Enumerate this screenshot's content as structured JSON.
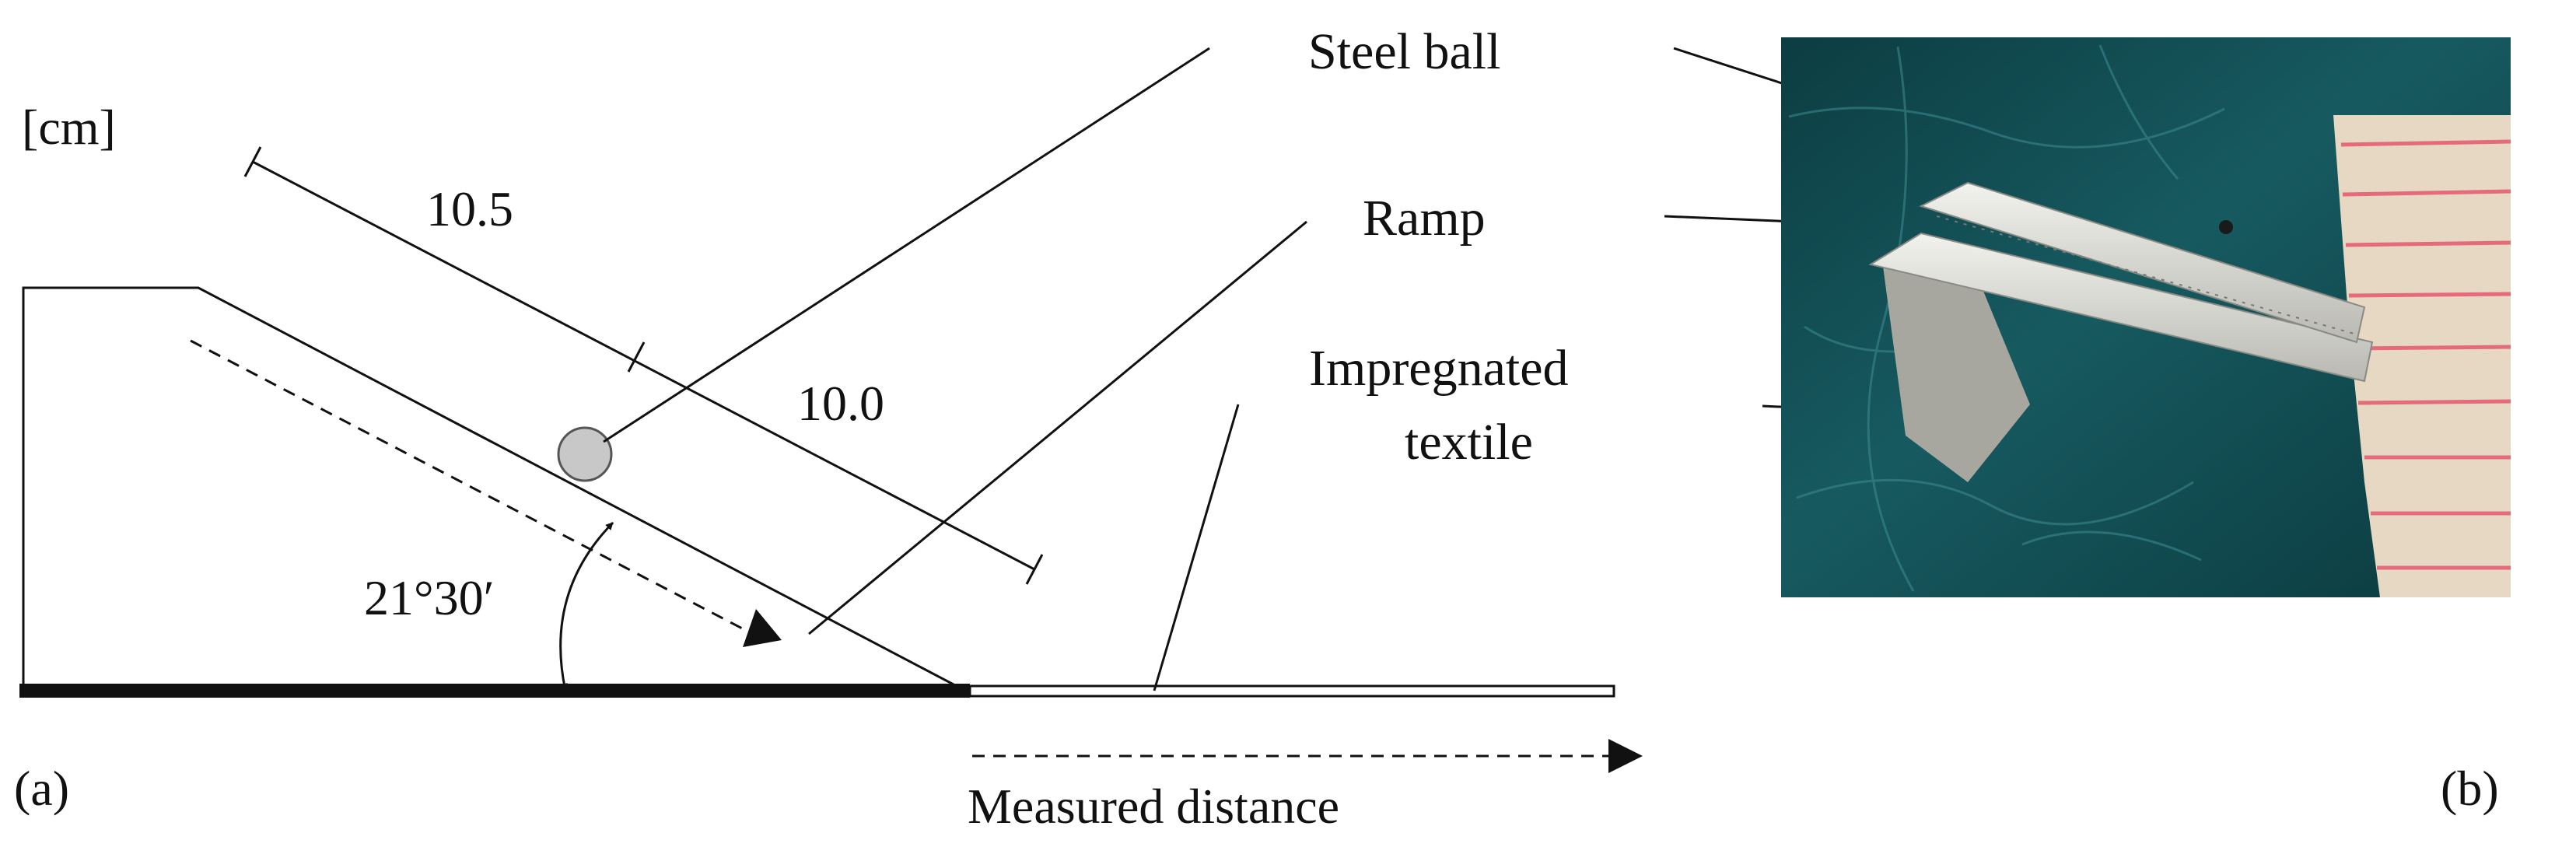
{
  "panel_a": {
    "unit": "[cm]",
    "dimension_upper": "10.5",
    "dimension_lower": "10.0",
    "angle": "21°30′",
    "caption": "(a)"
  },
  "labels": {
    "steel_ball": "Steel ball",
    "ramp": "Ramp",
    "textile_line1": "Impregnated",
    "textile_line2": "textile",
    "measured_distance": "Measured distance"
  },
  "panel_b": {
    "caption": "(b)"
  },
  "colors": {
    "ink": "#111111",
    "ball_fill": "#c8c8c8",
    "tarp": "#0f4a4f",
    "textile": "#e6d8c2",
    "textile_stripe": "#e46a7c",
    "ramp_metal": "#d7d7d2"
  }
}
